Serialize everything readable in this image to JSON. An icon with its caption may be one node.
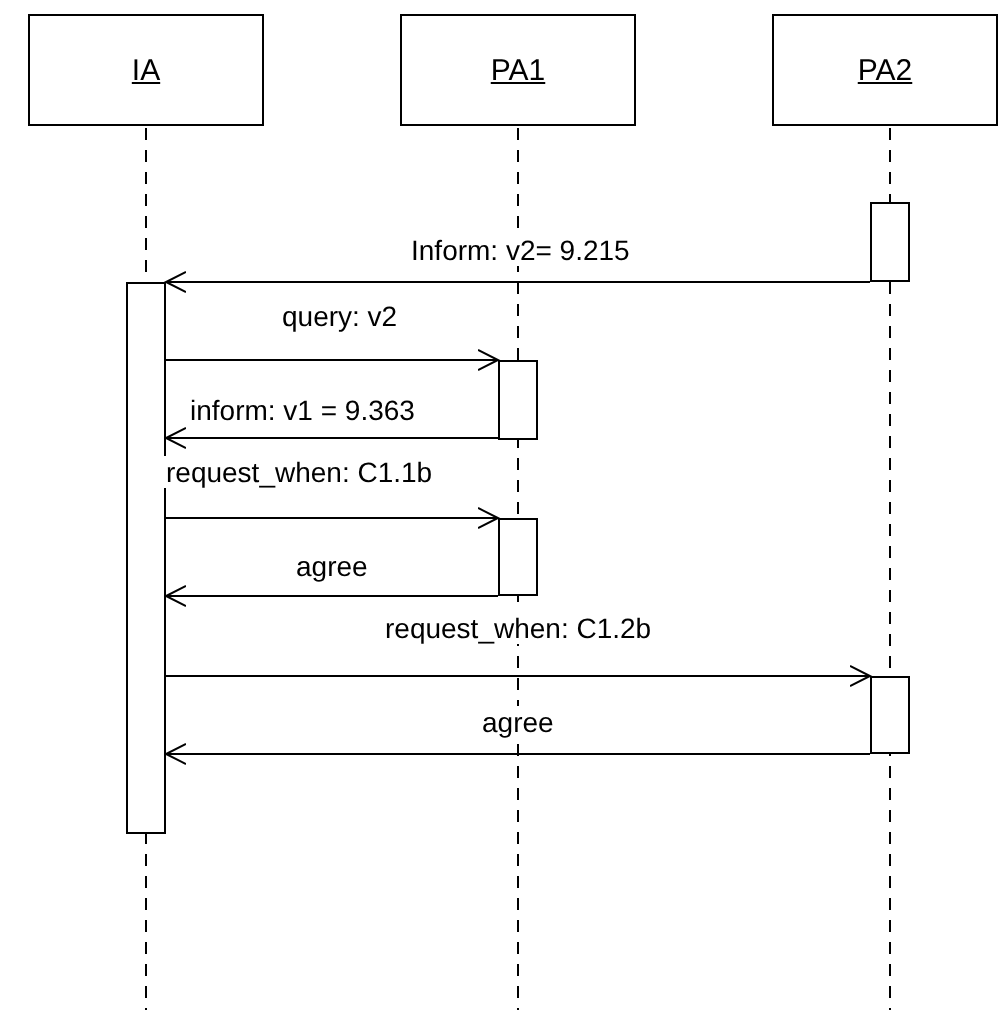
{
  "diagram": {
    "nodes": [
      {
        "text": [
          "IA"
        ]
      },
      {
        "text": [
          "PA1"
        ]
      },
      {
        "text": [
          "PA2"
        ]
      },
      {
        "text": [],
        "shape": "bar"
      },
      {
        "text": [],
        "shape": "bar"
      },
      {
        "text": [],
        "shape": "bar"
      },
      {
        "text": [],
        "shape": "bar"
      },
      {
        "text": [],
        "shape": "bar"
      }
    ],
    "edges": [
      {
        "from": 3,
        "to": 4,
        "arrow": "to",
        "label": "Inform: v2= 9.215"
      },
      {
        "from": 4,
        "to": 5,
        "arrow": "to",
        "label": "query: v2"
      },
      {
        "from": 5,
        "to": 4,
        "arrow": "to",
        "label": "inform: v1 = 9.363"
      },
      {
        "from": 4,
        "to": 6,
        "arrow": "to",
        "label": "request_when: C1.1b"
      },
      {
        "from": 6,
        "to": 4,
        "arrow": "to",
        "label": "agree"
      },
      {
        "from": 4,
        "to": 7,
        "arrow": "to",
        "label": "request_when: C1.2b"
      },
      {
        "from": 7,
        "to": 4,
        "arrow": "to",
        "label": "agree"
      }
    ]
  }
}
